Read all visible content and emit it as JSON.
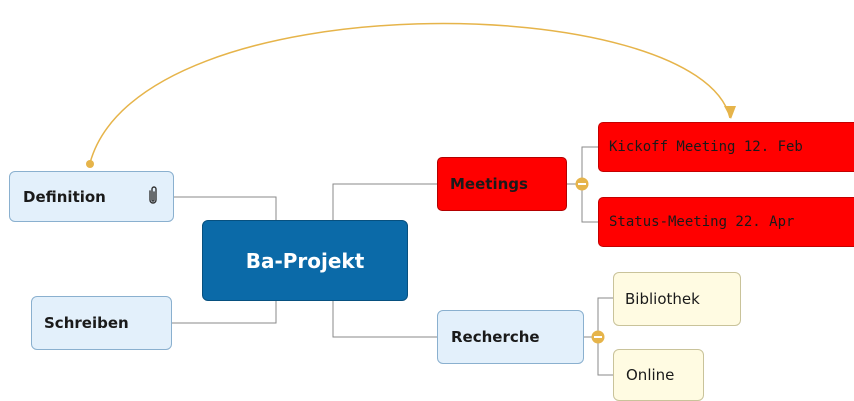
{
  "map": {
    "central": "Ba-Projekt",
    "left_topics": [
      {
        "label": "Definition",
        "icon": "paperclip-icon"
      },
      {
        "label": "Schreiben"
      }
    ],
    "right_topics": [
      {
        "label": "Meetings",
        "subtopics": [
          "Kickoff Meeting 12. Feb",
          "Status-Meeting 22. Apr"
        ]
      },
      {
        "label": "Recherche",
        "subtopics": [
          "Bibliothek",
          "Online"
        ]
      }
    ],
    "relationship": {
      "from": "Definition",
      "to": "Kickoff Meeting 12. Feb"
    }
  },
  "colors": {
    "central": "#0b6aa8",
    "light_topic": "#e3f0fb",
    "red_topic": "#ff0000",
    "cream_topic": "#fffbe2",
    "connector": "#8a8a8a",
    "relationship": "#e6b44a"
  }
}
